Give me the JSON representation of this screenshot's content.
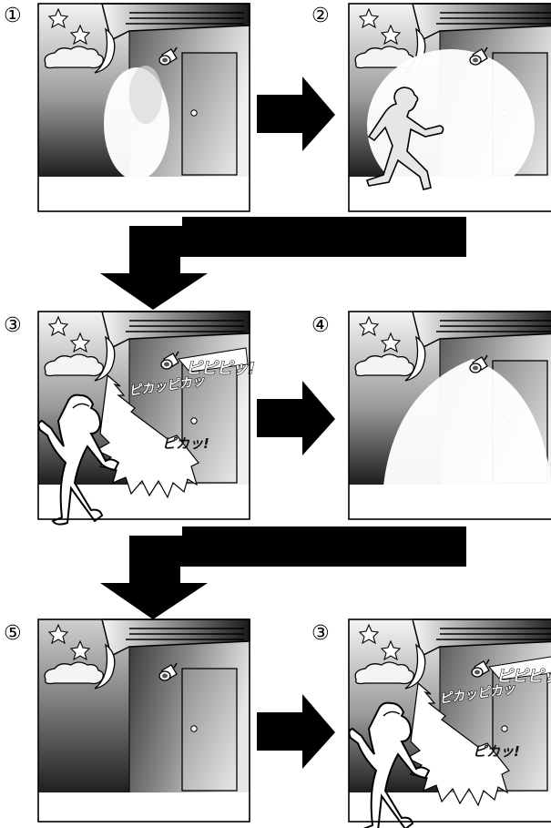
{
  "panels": [
    {
      "number": "①",
      "state": "idle-lit"
    },
    {
      "number": "②",
      "state": "person-approaching"
    },
    {
      "number": "③",
      "state": "intruder-alarm"
    },
    {
      "number": "④",
      "state": "light-on"
    },
    {
      "number": "⑤",
      "state": "light-off"
    },
    {
      "number": "③",
      "state": "intruder-alarm"
    }
  ],
  "sounds": {
    "beep": "ピピピッ!",
    "flash_strobe": "ピカッピカッ",
    "flash": "ピカッ!"
  },
  "colors": {
    "ink": "#000000",
    "wall_dark": "#2a2a2a",
    "wall_light": "#f2f2f2",
    "beam": "#ffffff"
  },
  "icons": [
    "star-icon",
    "cloud-icon",
    "moon-icon",
    "spotlight-icon",
    "arrow-right-icon",
    "arrow-down-left-icon",
    "person-icon"
  ]
}
